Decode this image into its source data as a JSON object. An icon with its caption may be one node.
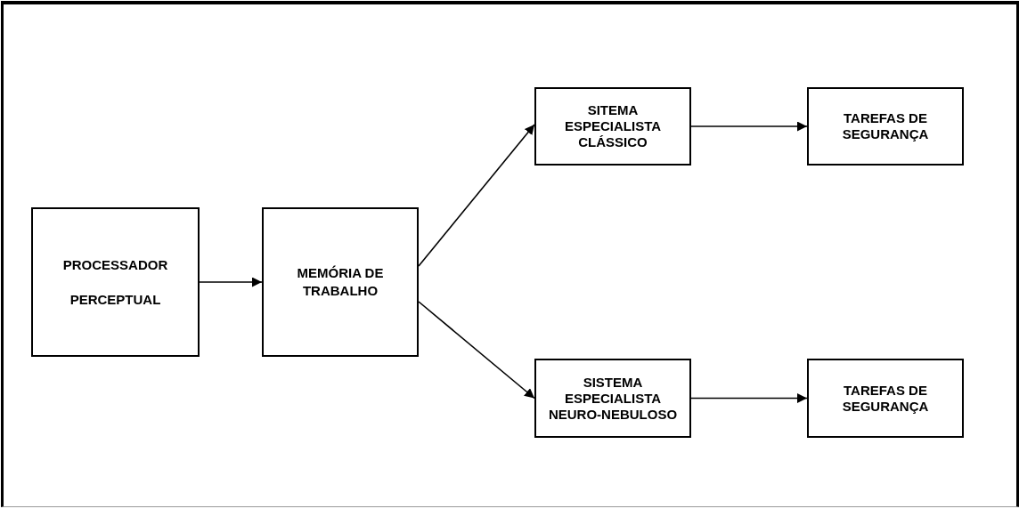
{
  "diagram": {
    "nodes": [
      {
        "text": [
          "PROCESSADOR PERCEPTUAL"
        ]
      },
      {
        "text": [
          "MEMÓRIA DE TRABALHO"
        ]
      },
      {
        "text": [
          "SITEMA ESPECIALISTA CLÁSSICO"
        ]
      },
      {
        "text": [
          "TAREFAS DE SEGURANÇA"
        ]
      },
      {
        "text": [
          "SISTEMA ESPECIALISTA NEURO-NEBULOSO"
        ]
      },
      {
        "text": [
          "TAREFAS DE SEGURANÇA"
        ]
      }
    ],
    "edges": [
      {
        "from": 0,
        "to": 1,
        "arrow": "to"
      },
      {
        "from": 1,
        "to": 2,
        "arrow": "to"
      },
      {
        "from": 1,
        "to": 4,
        "arrow": "to"
      },
      {
        "from": 2,
        "to": 3,
        "arrow": "to"
      },
      {
        "from": 4,
        "to": 5,
        "arrow": "to"
      }
    ]
  }
}
